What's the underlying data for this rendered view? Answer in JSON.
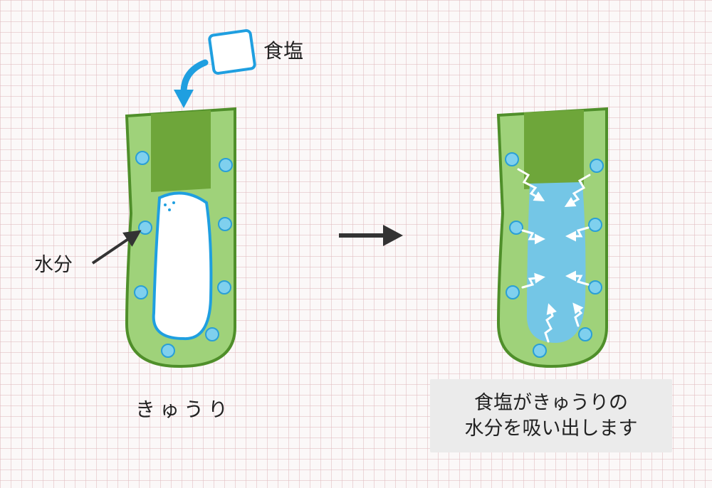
{
  "labels": {
    "salt": "食塩",
    "water": "水分",
    "cucumber": "きゅうり"
  },
  "caption": {
    "line1": "食塩がきゅうりの",
    "line2": "水分を吸い出します"
  },
  "colors": {
    "skin_outline": "#4f8f2a",
    "skin_light": "#9fd27a",
    "flesh_dark": "#6ea63a",
    "water_dot": "#7fd0ee",
    "water_dot_outline": "#2a9fd6",
    "water_fill": "#74c6e6",
    "arrow_blue": "#1f9fe0",
    "arrow_dark": "#333333"
  },
  "icons": [
    "salt-cube-icon",
    "curved-arrow-icon",
    "process-arrow-icon",
    "wavy-arrow-icon"
  ]
}
